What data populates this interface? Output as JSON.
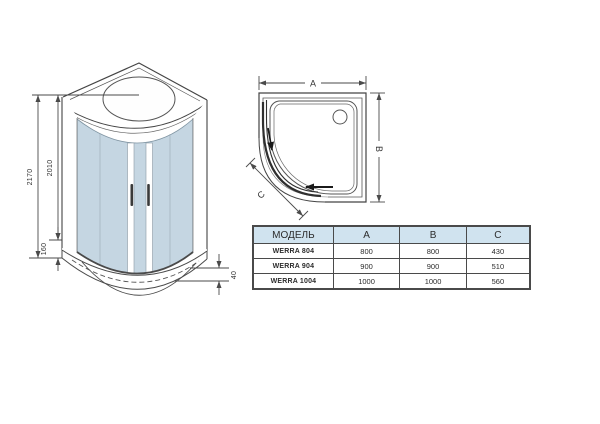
{
  "drawing": {
    "front_view": {
      "total_height": "2170",
      "cabin_height": "2010",
      "tray_height": "160",
      "tray_lip": "40"
    },
    "top_view": {
      "width_label": "A",
      "depth_label": "B",
      "front_label": "C"
    }
  },
  "table": {
    "headers": [
      "МОДЕЛЬ",
      "A",
      "B",
      "C"
    ],
    "rows": [
      {
        "model": "WERRA 804",
        "a": "800",
        "b": "800",
        "c": "430"
      },
      {
        "model": "WERRA 904",
        "a": "900",
        "b": "900",
        "c": "510"
      },
      {
        "model": "WERRA 1004",
        "a": "1000",
        "b": "1000",
        "c": "560"
      }
    ]
  },
  "colors": {
    "line": "#4a4a4a",
    "glass": "#c5d6e2",
    "table_header_bg": "#d0e3ef"
  }
}
